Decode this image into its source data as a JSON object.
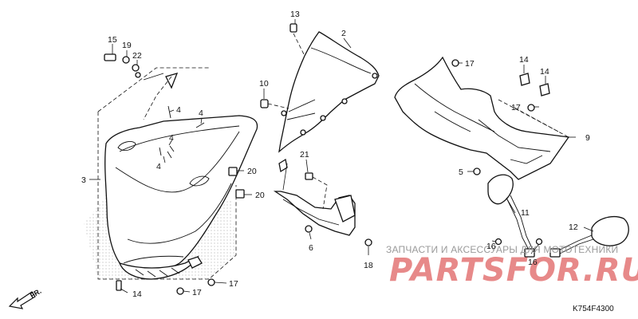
{
  "callouts": {
    "c13": "13",
    "c2": "2",
    "c15": "15",
    "c19": "19",
    "c22": "22",
    "c10": "10",
    "c17a": "17",
    "c14a": "14",
    "c14b": "14",
    "c17b": "17",
    "c9": "9",
    "c4a": "4",
    "c4b": "4",
    "c4c": "4",
    "c4d": "4",
    "c3": "3",
    "c21": "21",
    "c20a": "20",
    "c20b": "20",
    "c5": "5",
    "c11": "11",
    "c12": "12",
    "c16a": "16",
    "c16b": "16",
    "c6": "6",
    "c18": "18",
    "c14c": "14",
    "c17c": "17",
    "c17d": "17"
  },
  "direction_label": "FR.",
  "diagram_code": "K754F4300",
  "watermark": {
    "tagline": "ЗАПЧАСТИ И АКСЕССУАРЫ ДЛЯ МОТОТЕХНИКИ",
    "logo": "PARTSFOR.RU"
  }
}
